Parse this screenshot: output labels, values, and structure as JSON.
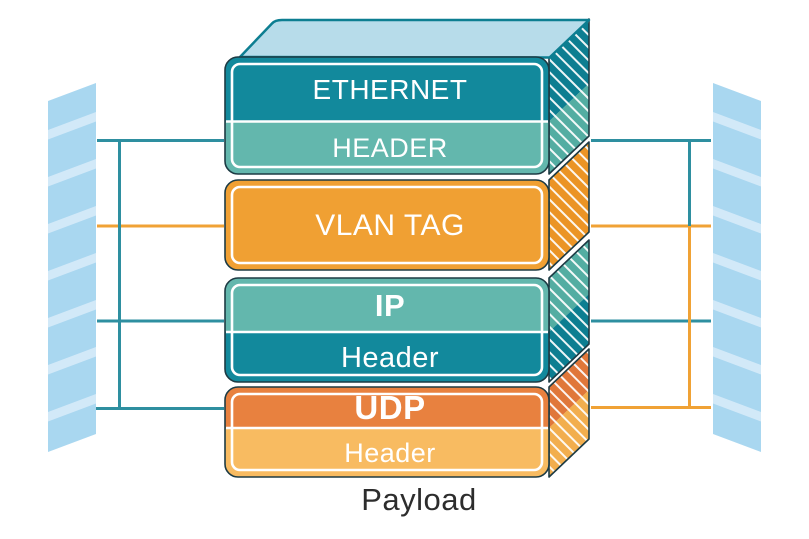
{
  "diagram": {
    "layers": [
      {
        "id": "ethernet",
        "bands": [
          {
            "label": "ETHERNET"
          },
          {
            "label": "HEADER"
          }
        ]
      },
      {
        "id": "vlan",
        "bands": [
          {
            "label": "VLAN TAG"
          }
        ]
      },
      {
        "id": "ip",
        "bands": [
          {
            "label": "IP"
          },
          {
            "label": "Header"
          }
        ]
      },
      {
        "id": "udp",
        "bands": [
          {
            "label": "UDP"
          },
          {
            "label": "Header"
          }
        ]
      }
    ],
    "payload_label": "Payload",
    "colors": {
      "teal_dark": "#12899c",
      "teal_green": "#63b7ad",
      "teal_side_dark": "#0d7e91",
      "teal_side_green": "#53ada2",
      "box_top_face": "#b7dcea",
      "orange": "#f0a033",
      "orange_side": "#eb9425",
      "orange_dark": "#e8813f",
      "orange_dark_side": "#e0773a",
      "orange_light": "#f8bb61",
      "orange_light_side": "#f2ae4e",
      "panel_blue": "#a9d7f0",
      "panel_stripe": "#d2e9f8",
      "line_teal": "#2e8fa0",
      "line_orange": "#f0a235",
      "payload_text": "#2d2d2d",
      "outline": "#1d3b44"
    }
  }
}
